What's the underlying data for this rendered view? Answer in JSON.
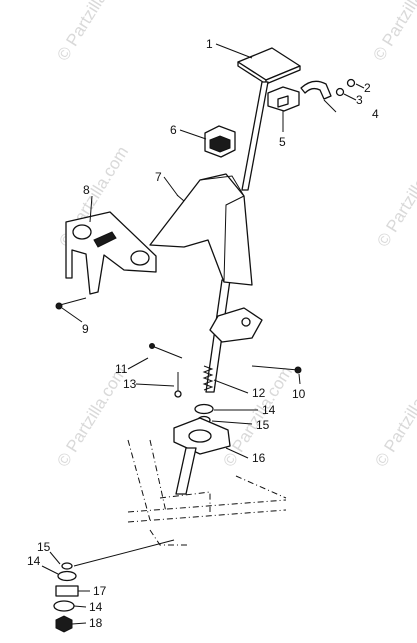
{
  "diagram": {
    "watermark": "© Partzilla.com",
    "callouts": [
      "1",
      "2",
      "3",
      "4",
      "5",
      "6",
      "7",
      "8",
      "9",
      "10",
      "11",
      "12",
      "13",
      "14",
      "15",
      "16",
      "14",
      "15",
      "17",
      "14",
      "18"
    ],
    "colors": {
      "line": "#111111",
      "background": "#ffffff",
      "watermark": "#d9d9d9"
    }
  }
}
